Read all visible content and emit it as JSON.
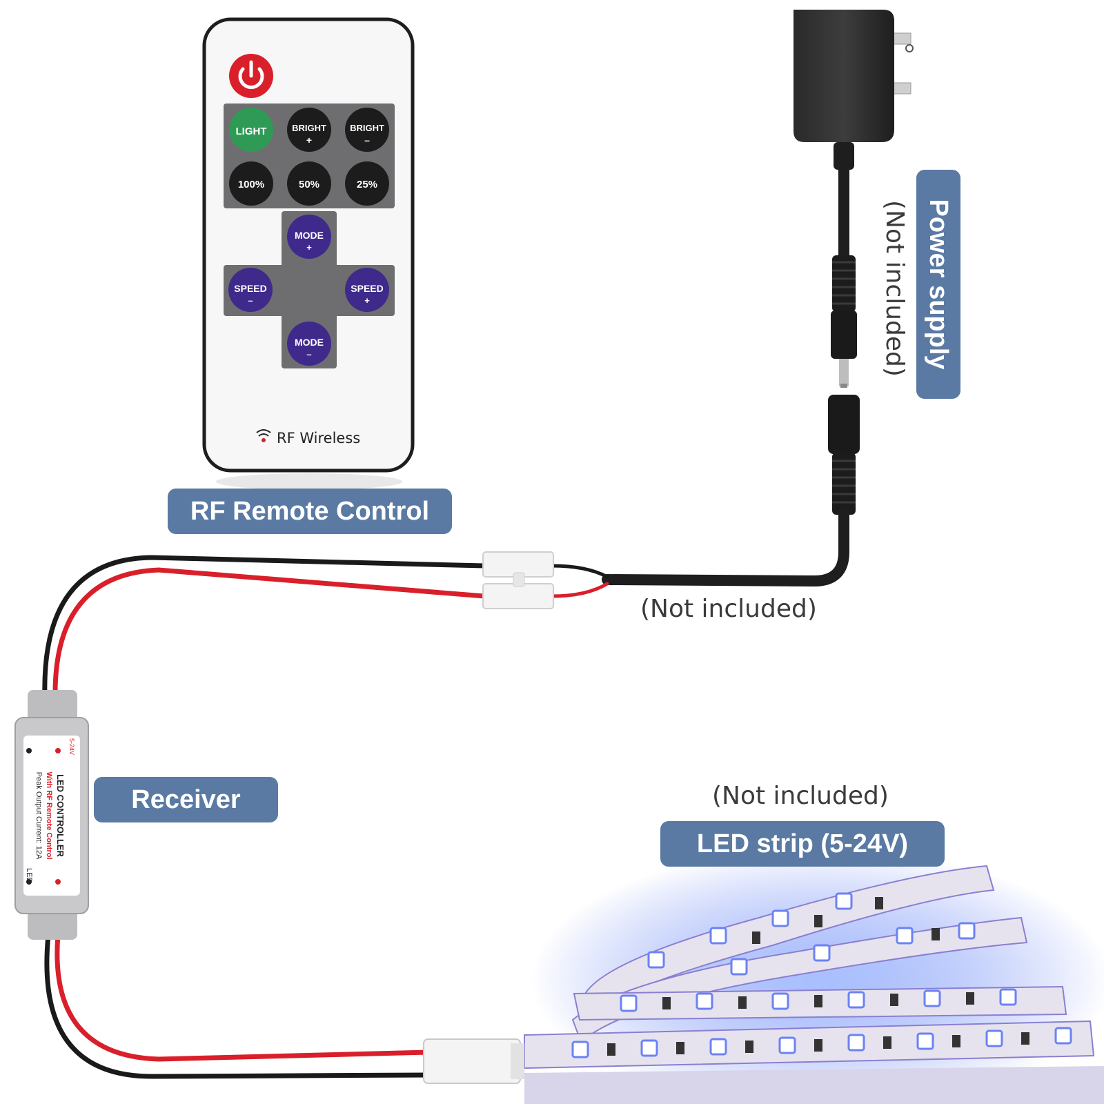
{
  "remote": {
    "light": "LIGHT",
    "bright_plus": "BRIGHT",
    "bright_plus_sign": "+",
    "bright_minus": "BRIGHT",
    "bright_minus_sign": "–",
    "pct_100": "100%",
    "pct_50": "50%",
    "pct_25": "25%",
    "mode_plus": "MODE",
    "mode_plus_sign": "+",
    "mode_minus": "MODE",
    "mode_minus_sign": "–",
    "speed_minus": "SPEED",
    "speed_minus_sign": "–",
    "speed_plus": "SPEED",
    "speed_plus_sign": "+",
    "footer": "RF Wireless"
  },
  "receiver_device": {
    "plus_label": "5-24V",
    "title": "LED CONTROLLER",
    "subtitle": "With RF Remote Control",
    "rating": "Peak Output Current: 12A",
    "led_label": "LED"
  },
  "labels": {
    "rf_remote": "RF Remote Control",
    "power_supply": "Power supply",
    "receiver": "Receiver",
    "led_strip": "LED strip (5-24V)",
    "not_included_vertical": "(Not included)",
    "not_included_cable": "(Not included)",
    "not_included_strip": "(Not included)"
  },
  "colors": {
    "label_bg": "#5a7aa3",
    "power_red": "#d9202a",
    "light_green": "#2f9a55",
    "mode_purple": "#3f2a8c",
    "led_blue": "#4a6cf0"
  }
}
